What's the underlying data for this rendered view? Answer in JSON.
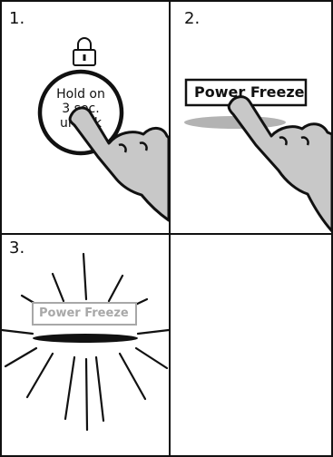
{
  "steps": [
    {
      "number": "1."
    },
    {
      "number": "2."
    },
    {
      "number": "3."
    }
  ],
  "step1": {
    "icon": "lock-icon",
    "hold_line1": "Hold on",
    "hold_line2": "3 sec.",
    "hold_line3": "unlock"
  },
  "step2": {
    "button_label": "Power Freeze"
  },
  "step3": {
    "button_label": "Power Freeze"
  },
  "colors": {
    "line": "#111111",
    "hand_fill": "#c8c8c8",
    "shadow": "#b3b3b3",
    "dim_text": "#a8a8a8"
  }
}
